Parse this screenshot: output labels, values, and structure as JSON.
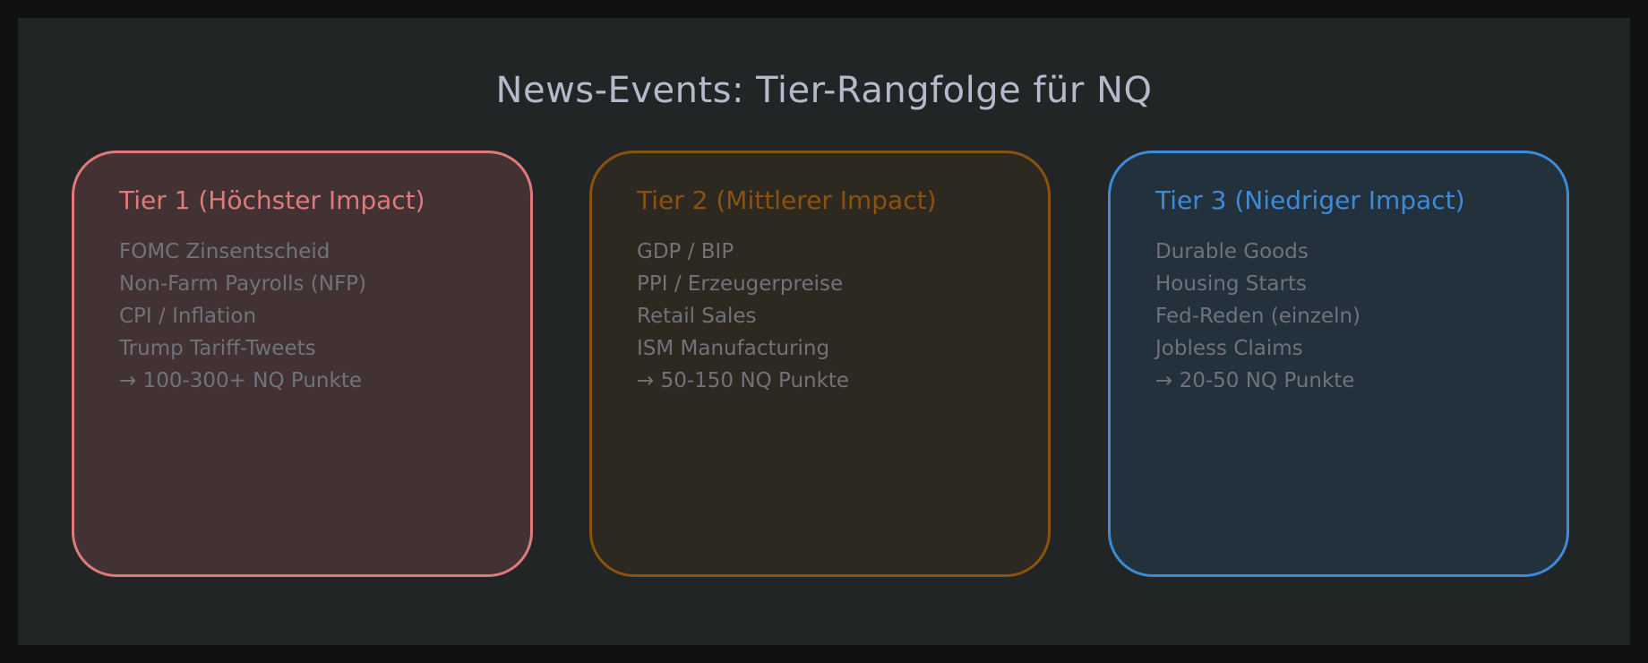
{
  "title": "News-Events: Tier-Rangfolge für NQ",
  "tiers": [
    {
      "heading": "Tier 1 (Höchster Impact)",
      "accent": "#e07a7a",
      "fill": "#433234",
      "items": [
        "FOMC Zinsentscheid",
        "Non-Farm Payrolls (NFP)",
        "CPI / Inflation",
        "Trump Tariff-Tweets",
        "→ 100-300+ NQ Punkte"
      ]
    },
    {
      "heading": "Tier 2 (Mittlerer Impact)",
      "accent": "#8a520f",
      "fill": "#2e2920",
      "items": [
        "GDP / BIP",
        "PPI / Erzeugerpreise",
        "Retail Sales",
        "ISM Manufacturing",
        "→ 50-150 NQ Punkte"
      ]
    },
    {
      "heading": "Tier 3 (Niedriger Impact)",
      "accent": "#3d8bd6",
      "fill": "#23313d",
      "items": [
        "Durable Goods",
        "Housing Starts",
        "Fed-Reden (einzeln)",
        "Jobless Claims",
        "→ 20-50 NQ Punkte"
      ]
    }
  ]
}
